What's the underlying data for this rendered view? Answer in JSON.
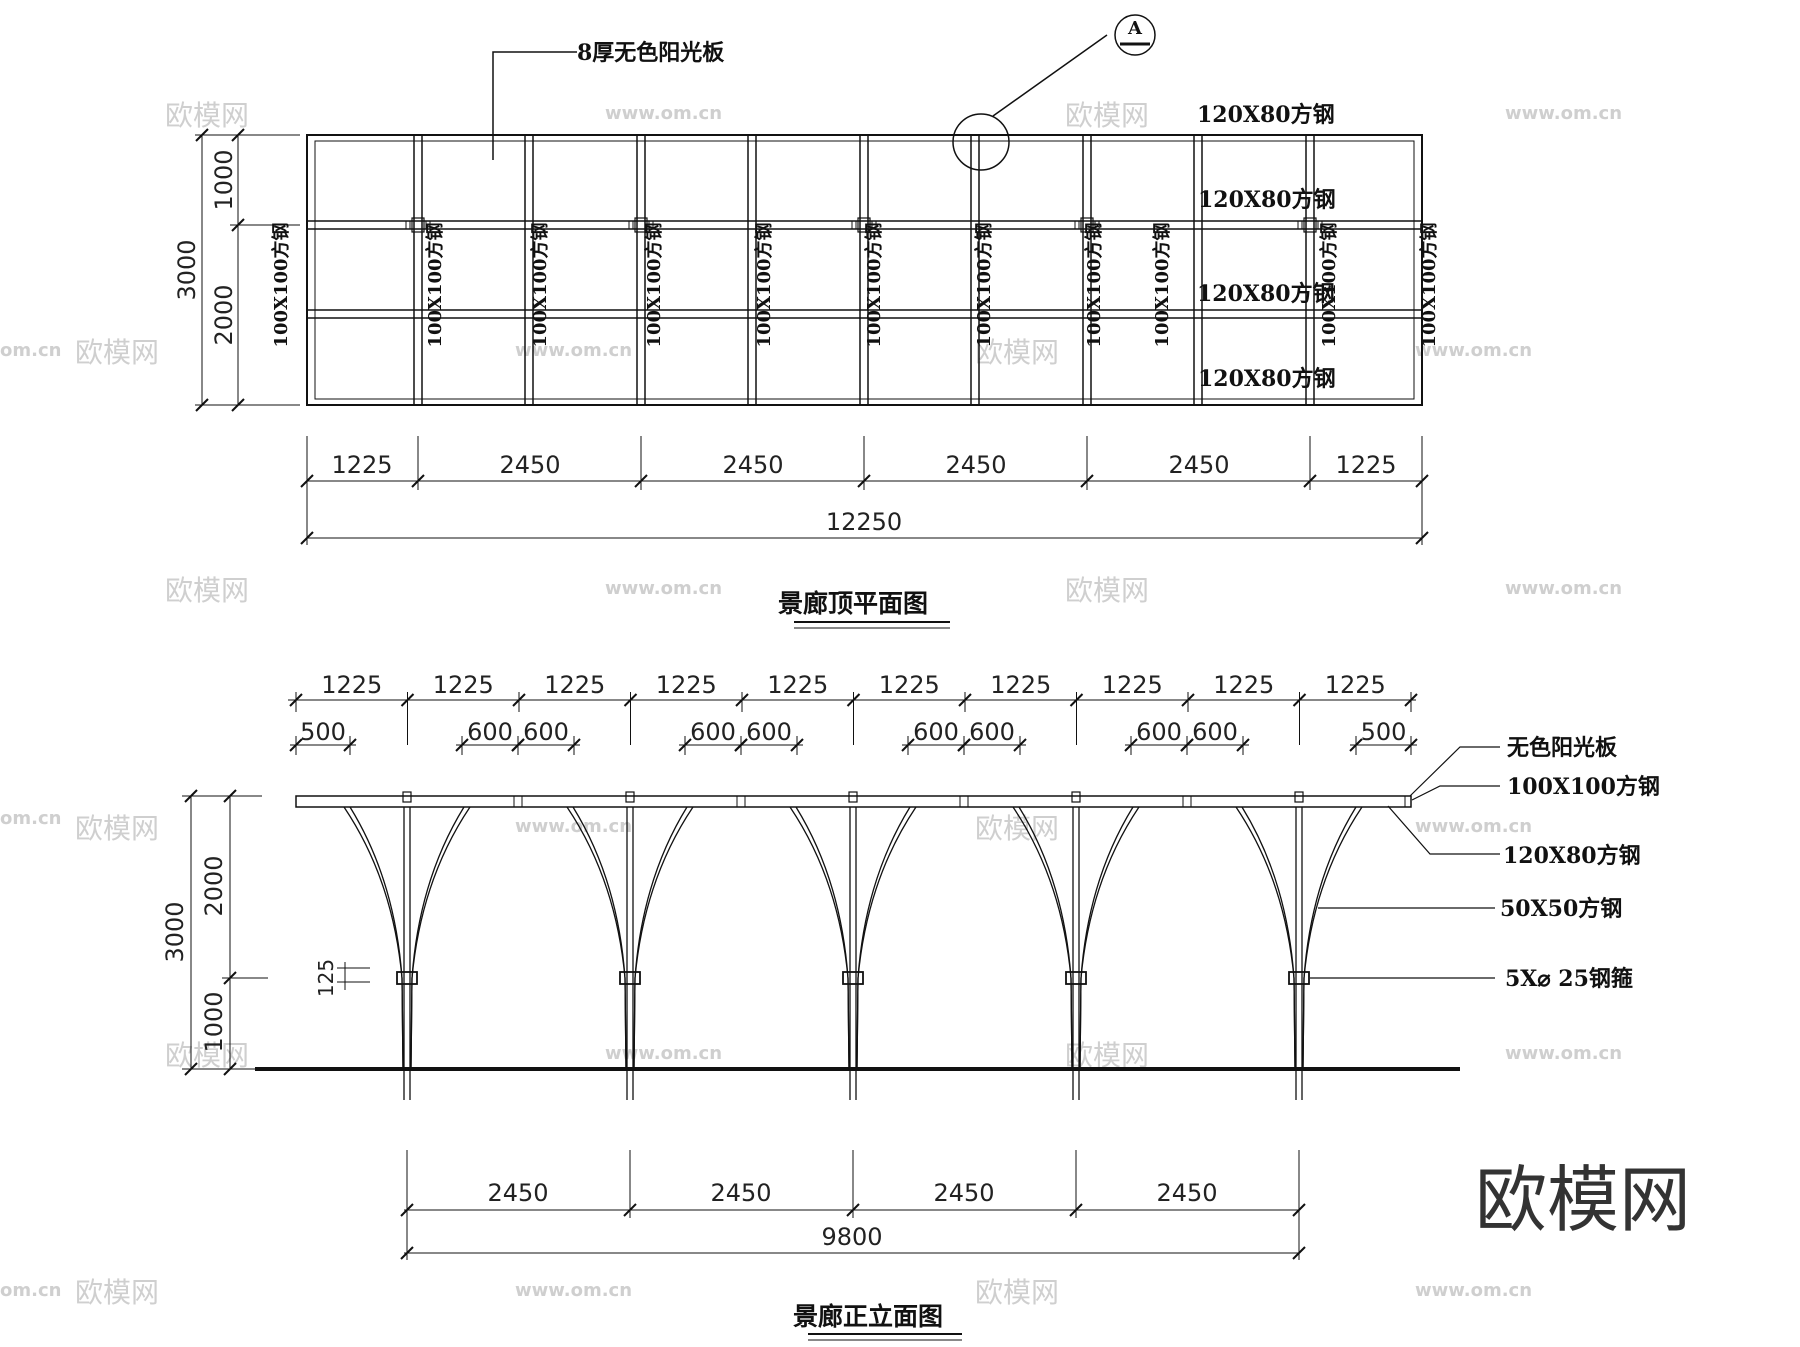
{
  "plan": {
    "title": "景廊顶平面图",
    "panel_note": "8厚无色阳光板",
    "callout": "A",
    "beam_labels": [
      "120X80方钢",
      "120X80方钢",
      "120X80方钢",
      "120X80方钢"
    ],
    "column_label": "100X100方钢",
    "dims_top": [
      "1225",
      "2450",
      "2450",
      "2450",
      "2450",
      "1225"
    ],
    "dim_total": "12250",
    "dims_left": [
      "1000",
      "2000"
    ],
    "dim_left_total": "3000"
  },
  "elevation": {
    "title": "景廊正立面图",
    "dims_top": [
      "1225",
      "1225",
      "1225",
      "1225",
      "1225",
      "1225",
      "1225",
      "1225",
      "1225",
      "1225"
    ],
    "dims_sub": [
      "500",
      "600",
      "600",
      "600",
      "600",
      "600",
      "600",
      "600",
      "600",
      "500"
    ],
    "dims_bottom": [
      "2450",
      "2450",
      "2450",
      "2450"
    ],
    "dim_bottom_total": "9800",
    "dims_left": [
      "2000",
      "1000"
    ],
    "dim_left_total": "3000",
    "dim_small": "125",
    "labels": [
      "无色阳光板",
      "100X100方钢",
      "120X80方钢",
      "50X50方钢",
      "5X⌀ 25钢箍"
    ]
  },
  "watermark": {
    "brand": "欧模网",
    "url": "www.om.cn",
    "url_short": "om.cn"
  }
}
